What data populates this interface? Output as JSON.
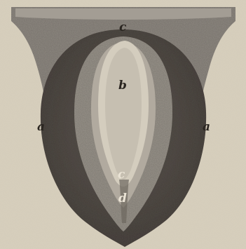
{
  "labels": {
    "a_left": "a",
    "a_right": "a",
    "b": "b",
    "c_top": "c",
    "c_bottom": "c",
    "d": "d"
  },
  "colors": {
    "paper": "#d8d0be",
    "dark_mass": "#403a36",
    "grey_band": "#9b958c",
    "outer_rim": "#8d8780",
    "inner_groove": "#c9c2b3",
    "ink": "#2a2520"
  }
}
